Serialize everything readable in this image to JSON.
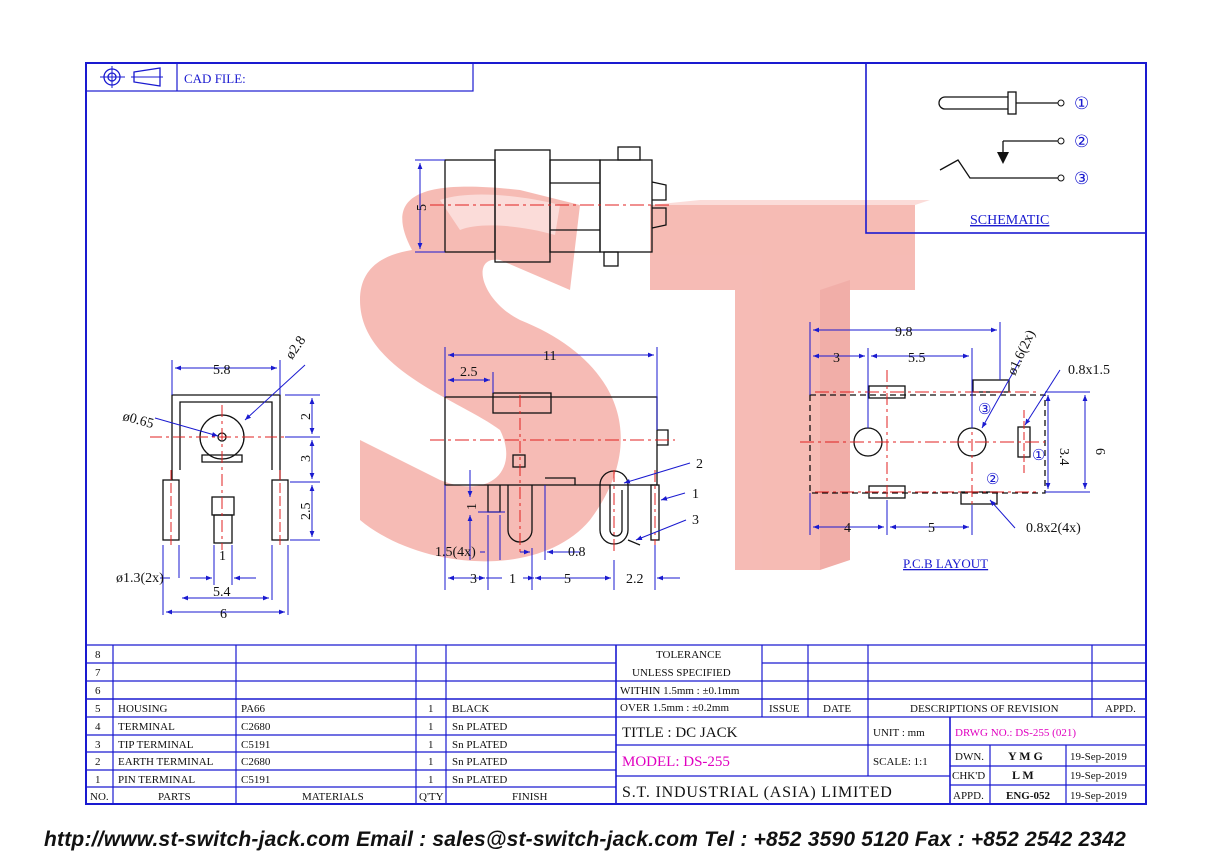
{
  "header": {
    "cad_label": "CAD FILE:"
  },
  "schematic": {
    "label": "SCHEMATIC",
    "pins": [
      "①",
      "②",
      "③"
    ]
  },
  "watermark": {
    "letters": "ST"
  },
  "front_view": {
    "width": "5.8",
    "hole_dia": "ø2.8",
    "pin_hole": "ø0.65",
    "right_dims": [
      "2",
      "3",
      "2.5"
    ],
    "pin_gap": "1",
    "pin_dia": "ø1.3(2x)",
    "span_1": "5.4",
    "span_2": "6"
  },
  "top_view": {
    "height": "5"
  },
  "side_view": {
    "length": "11",
    "offset": "2.5",
    "pin_height": "1",
    "pin_width": "1.5(4x)",
    "pin_gap": "0.8",
    "bottom": [
      "3",
      "1",
      "5",
      "2.2"
    ],
    "callouts": [
      "2",
      "1",
      "3"
    ]
  },
  "pcb": {
    "label": "P.C.B LAYOUT",
    "top": [
      "9.8",
      "3",
      "5.5"
    ],
    "hole_big": "ø1.6(2x)",
    "slot_big": "0.8x1.5",
    "slot_small": "0.8x2(4x)",
    "side": [
      "3.4",
      "6"
    ],
    "bottom": [
      "4",
      "5"
    ],
    "pins": [
      "③",
      "①",
      "②"
    ]
  },
  "parts_table": {
    "rows": [
      {
        "no": "8",
        "part": "",
        "material": "",
        "qty": "",
        "finish": ""
      },
      {
        "no": "7",
        "part": "",
        "material": "",
        "qty": "",
        "finish": ""
      },
      {
        "no": "6",
        "part": "",
        "material": "",
        "qty": "",
        "finish": ""
      },
      {
        "no": "5",
        "part": "HOUSING",
        "material": "PA66",
        "qty": "1",
        "finish": "BLACK"
      },
      {
        "no": "4",
        "part": "TERMINAL",
        "material": "C2680",
        "qty": "1",
        "finish": "Sn PLATED"
      },
      {
        "no": "3",
        "part": "TIP TERMINAL",
        "material": "C5191",
        "qty": "1",
        "finish": "Sn PLATED"
      },
      {
        "no": "2",
        "part": "EARTH TERMINAL",
        "material": "C2680",
        "qty": "1",
        "finish": "Sn PLATED"
      },
      {
        "no": "1",
        "part": "PIN TERMINAL",
        "material": "C5191",
        "qty": "1",
        "finish": "Sn PLATED"
      }
    ],
    "headers": {
      "no": "NO.",
      "part": "PARTS",
      "material": "MATERIALS",
      "qty": "Q'TY",
      "finish": "FINISH"
    }
  },
  "tolerance": {
    "line1": "TOLERANCE",
    "line2": "UNLESS   SPECIFIED",
    "within": "WITHIN  1.5mm : ±0.1mm",
    "over": "OVER    1.5mm : ±0.2mm"
  },
  "revision": {
    "issue": "ISSUE",
    "date": "DATE",
    "desc": "DESCRIPTIONS  OF  REVISION",
    "appd": "APPD."
  },
  "title_block": {
    "title": "TITLE : DC  JACK",
    "model": "MODEL: DS-255",
    "company": "S.T.  INDUSTRIAL  (ASIA)  LIMITED",
    "unit": "UNIT :   mm",
    "drwg": "DRWG NO.: DS-255 (021)",
    "scale": "SCALE:   1:1",
    "dwn": "DWN.",
    "dwn_name": "Y M G",
    "dwn_date": "19-Sep-2019",
    "chk": "CHK'D",
    "chk_name": "L M",
    "chk_date": "19-Sep-2019",
    "appd": "APPD.",
    "appd_name": "ENG-052",
    "appd_date": "19-Sep-2019"
  },
  "colors": {
    "line": "#1a1ad0",
    "center": "#e02020",
    "magenta": "#e000c0",
    "watermark": "#f4a8a0"
  },
  "footer": "http://www.st-switch-jack.com  Email : sales@st-switch-jack.com  Tel : +852 3590 5120  Fax : +852 2542 2342"
}
